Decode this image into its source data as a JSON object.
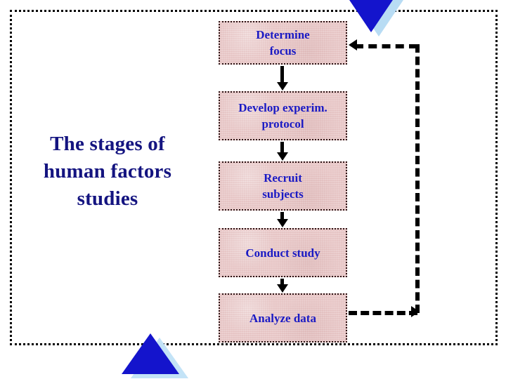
{
  "slide": {
    "title_lines": [
      "The stages of",
      "human factors",
      "studies"
    ],
    "title_text": "The stages of human factors studies",
    "frame_style": "dotted-border",
    "background_color": "#ffffff"
  },
  "colors": {
    "box_fill": "#e9c8c8",
    "box_border": "#2b1212",
    "box_text": "#1a1ac4",
    "title_text": "#141480",
    "connector": "#000000",
    "triangle_main": "#1414cc",
    "triangle_shadow": "#b8dcf4"
  },
  "flow": {
    "steps": [
      {
        "id": "determine-focus",
        "lines": [
          "Determine",
          "focus"
        ],
        "text": "Determine focus"
      },
      {
        "id": "develop-protocol",
        "lines": [
          "Develop experim.",
          "protocol"
        ],
        "text": "Develop experim. protocol"
      },
      {
        "id": "recruit-subjects",
        "lines": [
          "Recruit",
          "subjects"
        ],
        "text": "Recruit subjects"
      },
      {
        "id": "conduct-study",
        "lines": [
          "Conduct study"
        ],
        "text": "Conduct study"
      },
      {
        "id": "analyze-data",
        "lines": [
          "Analyze data"
        ],
        "text": "Analyze data"
      }
    ],
    "connectors": [
      {
        "from": "determine-focus",
        "to": "develop-protocol",
        "style": "solid",
        "direction": "down"
      },
      {
        "from": "develop-protocol",
        "to": "recruit-subjects",
        "style": "solid",
        "direction": "down"
      },
      {
        "from": "recruit-subjects",
        "to": "conduct-study",
        "style": "solid",
        "direction": "down"
      },
      {
        "from": "conduct-study",
        "to": "analyze-data",
        "style": "solid",
        "direction": "down"
      },
      {
        "from": "analyze-data",
        "to": "determine-focus",
        "style": "dashed",
        "direction": "feedback-loop"
      }
    ]
  },
  "decorations": {
    "top_triangle": {
      "name": "triangle-down",
      "direction": "down"
    },
    "bottom_triangle": {
      "name": "triangle-up",
      "direction": "up"
    }
  }
}
